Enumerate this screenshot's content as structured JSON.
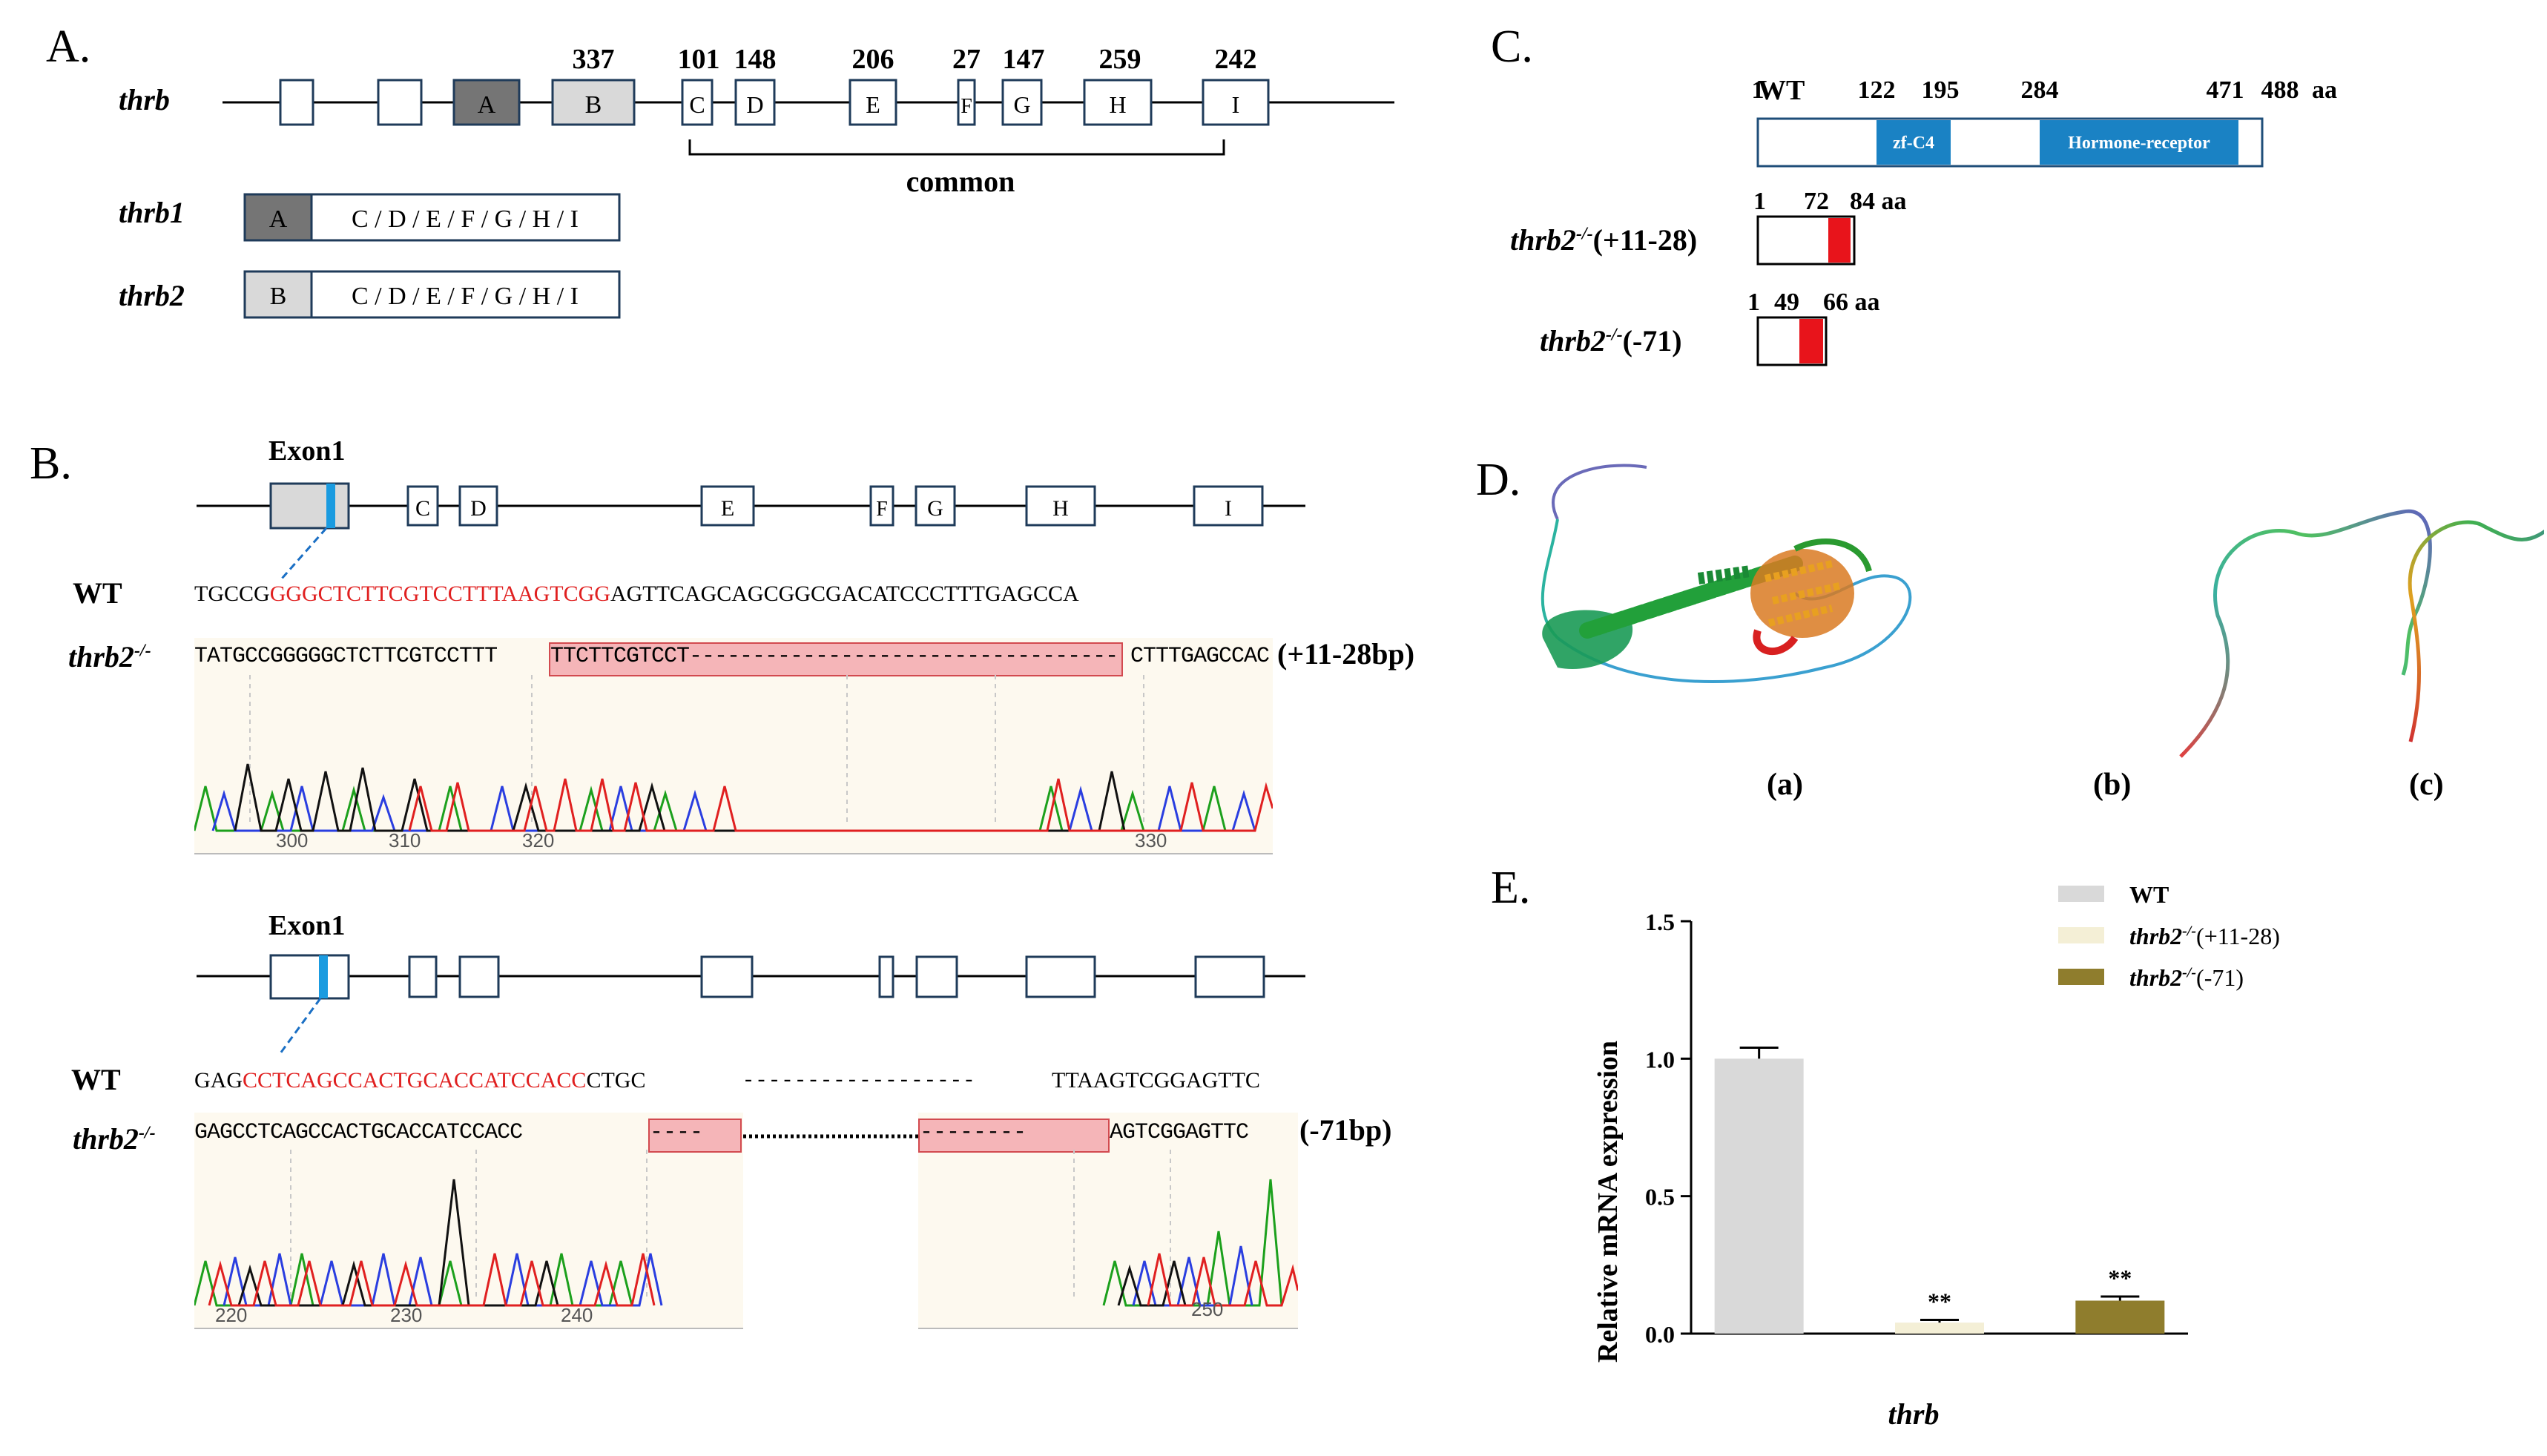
{
  "panelA": {
    "letter": "A.",
    "gene": "thrb",
    "exon_numbers": [
      "337",
      "101",
      "148",
      "206",
      "27",
      "147",
      "259",
      "242"
    ],
    "exons": [
      "A",
      "B",
      "C",
      "D",
      "E",
      "F",
      "G",
      "H",
      "I"
    ],
    "common_label": "common",
    "isoforms": [
      {
        "name": "thrb1",
        "first": "A",
        "rest": "C / D / E / F / G / H / I"
      },
      {
        "name": "thrb2",
        "first": "B",
        "rest": "C / D / E / F / G / H / I"
      }
    ]
  },
  "panelB": {
    "letter": "B.",
    "exon_label": "Exon1",
    "exons": [
      "C",
      "D",
      "E",
      "F",
      "G",
      "H",
      "I"
    ],
    "wt_label": "WT",
    "mut_label": "thrb2",
    "mut_sup": "-/-",
    "top": {
      "wt_pre": "TGCCG",
      "wt_red": "GGGCTCTTCGTCCTTTAAGTCGG",
      "wt_post": "AGTTCAGCAGCGGCGACATCCCTTTGAGCCA",
      "mut_left": "TATGCCGGGGGCTCTTCGTCCTTT",
      "mut_box": "TTCTTCGTCCT-------------------------------------",
      "mut_right": "CTTTGAGCCAC",
      "mutation_label": "(+11-28bp)",
      "ticks": [
        "300",
        "310",
        "320",
        "330"
      ]
    },
    "bottom": {
      "wt_pre": "GAG",
      "wt_red": "CCTCAGCCACTGCACCATCCACC",
      "wt_post": "CTGC",
      "wt_dash": "- - - - - - - - - - - - - - - - - -",
      "wt_end": "TTAAGTCGGAGTTC",
      "mut_left": "GAGCCTCAGCCACTGCACCATCCACC",
      "mut_right": "AGTCGGAGTTC",
      "mutation_label": "(-71bp)",
      "ticks": [
        "220",
        "230",
        "240",
        "250"
      ]
    }
  },
  "panelC": {
    "letter": "C.",
    "wt_label": "WT",
    "wt_positions": [
      "1",
      "122",
      "195",
      "284",
      "471",
      "488",
      "aa"
    ],
    "domains": [
      "zf-C4",
      "Hormone-receptor"
    ],
    "mut1_label": "thrb2",
    "mut1_sup": "-/-",
    "mut1_suffix": "(+11-28)",
    "mut1_positions": [
      "1",
      "72",
      "84 aa"
    ],
    "mut2_label": "thrb2",
    "mut2_sup": "-/-",
    "mut2_suffix": "(-71)",
    "mut2_positions": [
      "1",
      "49",
      "66 aa"
    ],
    "colors": {
      "domain": "#1a82c4",
      "truncation": "#e8141b",
      "outline": "#1f4e79"
    }
  },
  "panelD": {
    "letter": "D.",
    "sublabels": [
      "(a)",
      "(b)",
      "(c)"
    ]
  },
  "panelE": {
    "letter": "E.",
    "ylabel": "Relative mRNA expression",
    "xlabel": "thrb",
    "legend": [
      {
        "name": "WT",
        "color": "#d9d9d9"
      },
      {
        "name": "thrb2-/-(+11-28)",
        "base": "thrb2",
        "sup": "-/-",
        "suffix": "(+11-28)",
        "color": "#f4efd6"
      },
      {
        "name": "thrb2-/-(-71)",
        "base": "thrb2",
        "sup": "-/-",
        "suffix": "(-71)",
        "color": "#8f7d2d"
      }
    ],
    "significance": [
      "**",
      "**"
    ]
  },
  "chart_data": {
    "type": "bar",
    "categories": [
      "WT",
      "thrb2-/-(+11-28)",
      "thrb2-/-(-71)"
    ],
    "values": [
      1.0,
      0.04,
      0.12
    ],
    "errors": [
      0.04,
      0.01,
      0.015
    ],
    "colors": [
      "#d9d9d9",
      "#f4efd6",
      "#8f7d2d"
    ],
    "ylabel": "Relative mRNA expression",
    "xlabel": "thrb",
    "ylim": [
      0,
      1.5
    ],
    "yticks": [
      "0.0",
      "0.5",
      "1.0",
      "1.5"
    ],
    "annotations": [
      "",
      "**",
      "**"
    ],
    "legend": "top-right"
  }
}
